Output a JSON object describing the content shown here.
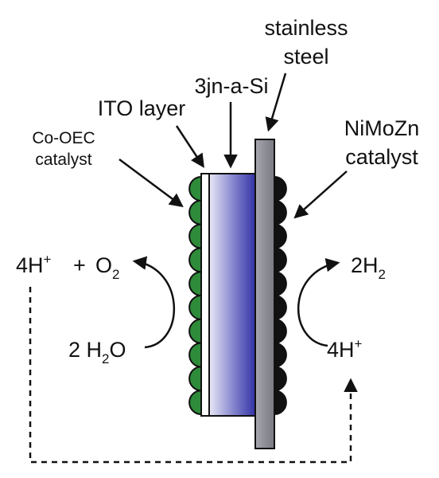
{
  "labels": {
    "stainless_line1": "stainless",
    "stainless_line2": "steel",
    "tjn": "3jn-a-Si",
    "ito": "ITO layer",
    "cooec_line1": "Co-OEC",
    "cooec_line2": "catalyst",
    "nimozn_line1": "NiMoZn",
    "nimozn_line2": "catalyst"
  },
  "left_reaction": {
    "product_protons": "4H",
    "product_protons_sup": "+",
    "plus": "+",
    "product_oxygen": "O",
    "product_oxygen_sub": "2",
    "reactant_coeff": "2 H",
    "reactant_sub": "2",
    "reactant_tail": "O"
  },
  "right_reaction": {
    "product": "2H",
    "product_sub": "2",
    "reactant": "4H",
    "reactant_sup": "+"
  },
  "colors": {
    "co_oec": "#2e8b3a",
    "nimozn": "#111111",
    "a_si_dark": "#3a3aa8",
    "a_si_light": "#e6e6f4",
    "steel": "#8e8e96",
    "ito": "#ffffff"
  },
  "icons": [
    "curved-arrow-icon",
    "dashed-arrow-icon",
    "pointer-arrow-icon"
  ]
}
